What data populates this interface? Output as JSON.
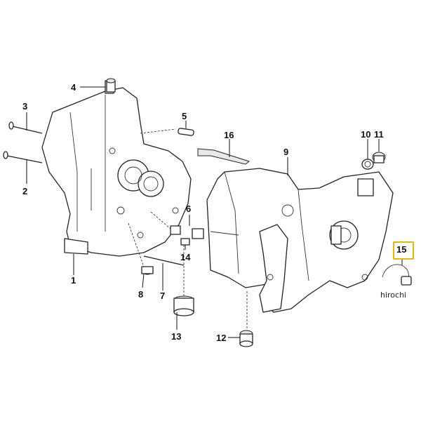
{
  "parts": {
    "p1": "1",
    "p2": "2",
    "p3": "3",
    "p4": "4",
    "p5": "5",
    "p6": "6",
    "p7": "7",
    "p8": "8",
    "p9": "9",
    "p10": "10",
    "p11": "11",
    "p12": "12",
    "p13": "13",
    "p14": "14",
    "p15": "15",
    "p16": "16"
  },
  "highlighted_part": "15",
  "highlight_color": "#e6b800",
  "watermark": "hirochi"
}
